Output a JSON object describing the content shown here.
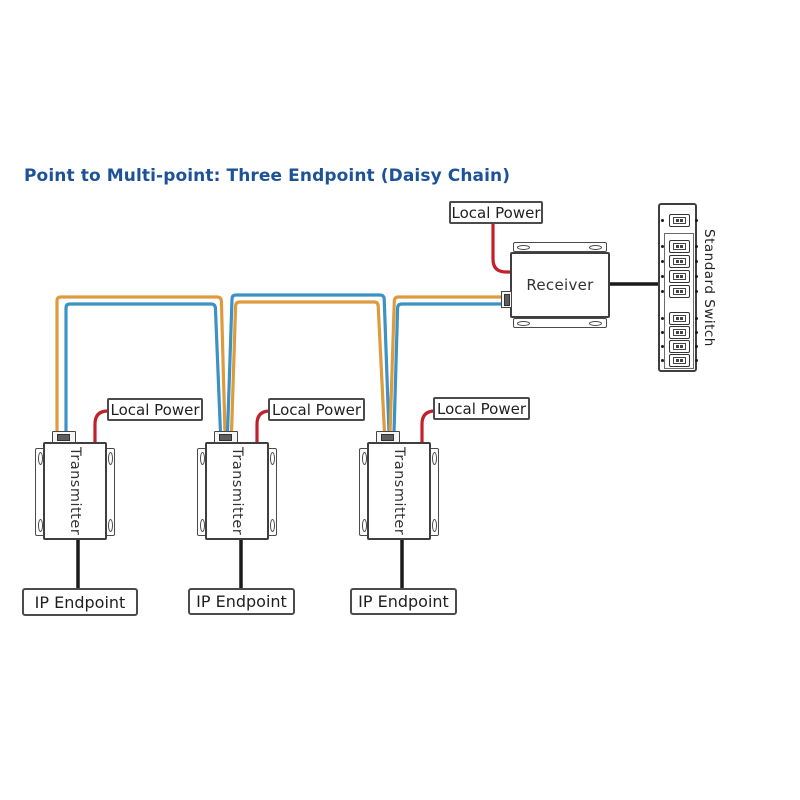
{
  "title": "Point to Multi-point: Three Endpoint (Daisy Chain)",
  "colors": {
    "title_blue": "#1d5296",
    "wire_orange": "#dd9b3d",
    "wire_blue": "#3c92c4",
    "wire_red": "#c2202b",
    "wire_black": "#1a1a1a"
  },
  "nodes": {
    "transmitters": [
      {
        "label": "Transmitter"
      },
      {
        "label": "Transmitter"
      },
      {
        "label": "Transmitter"
      }
    ],
    "receiver": {
      "label": "Receiver"
    },
    "switch": {
      "label": "Standard Switch",
      "port_count": 9
    },
    "local_power": [
      "Local Power",
      "Local Power",
      "Local Power",
      "Local Power"
    ],
    "ip_endpoints": [
      "IP Endpoint",
      "IP Endpoint",
      "IP Endpoint"
    ]
  }
}
